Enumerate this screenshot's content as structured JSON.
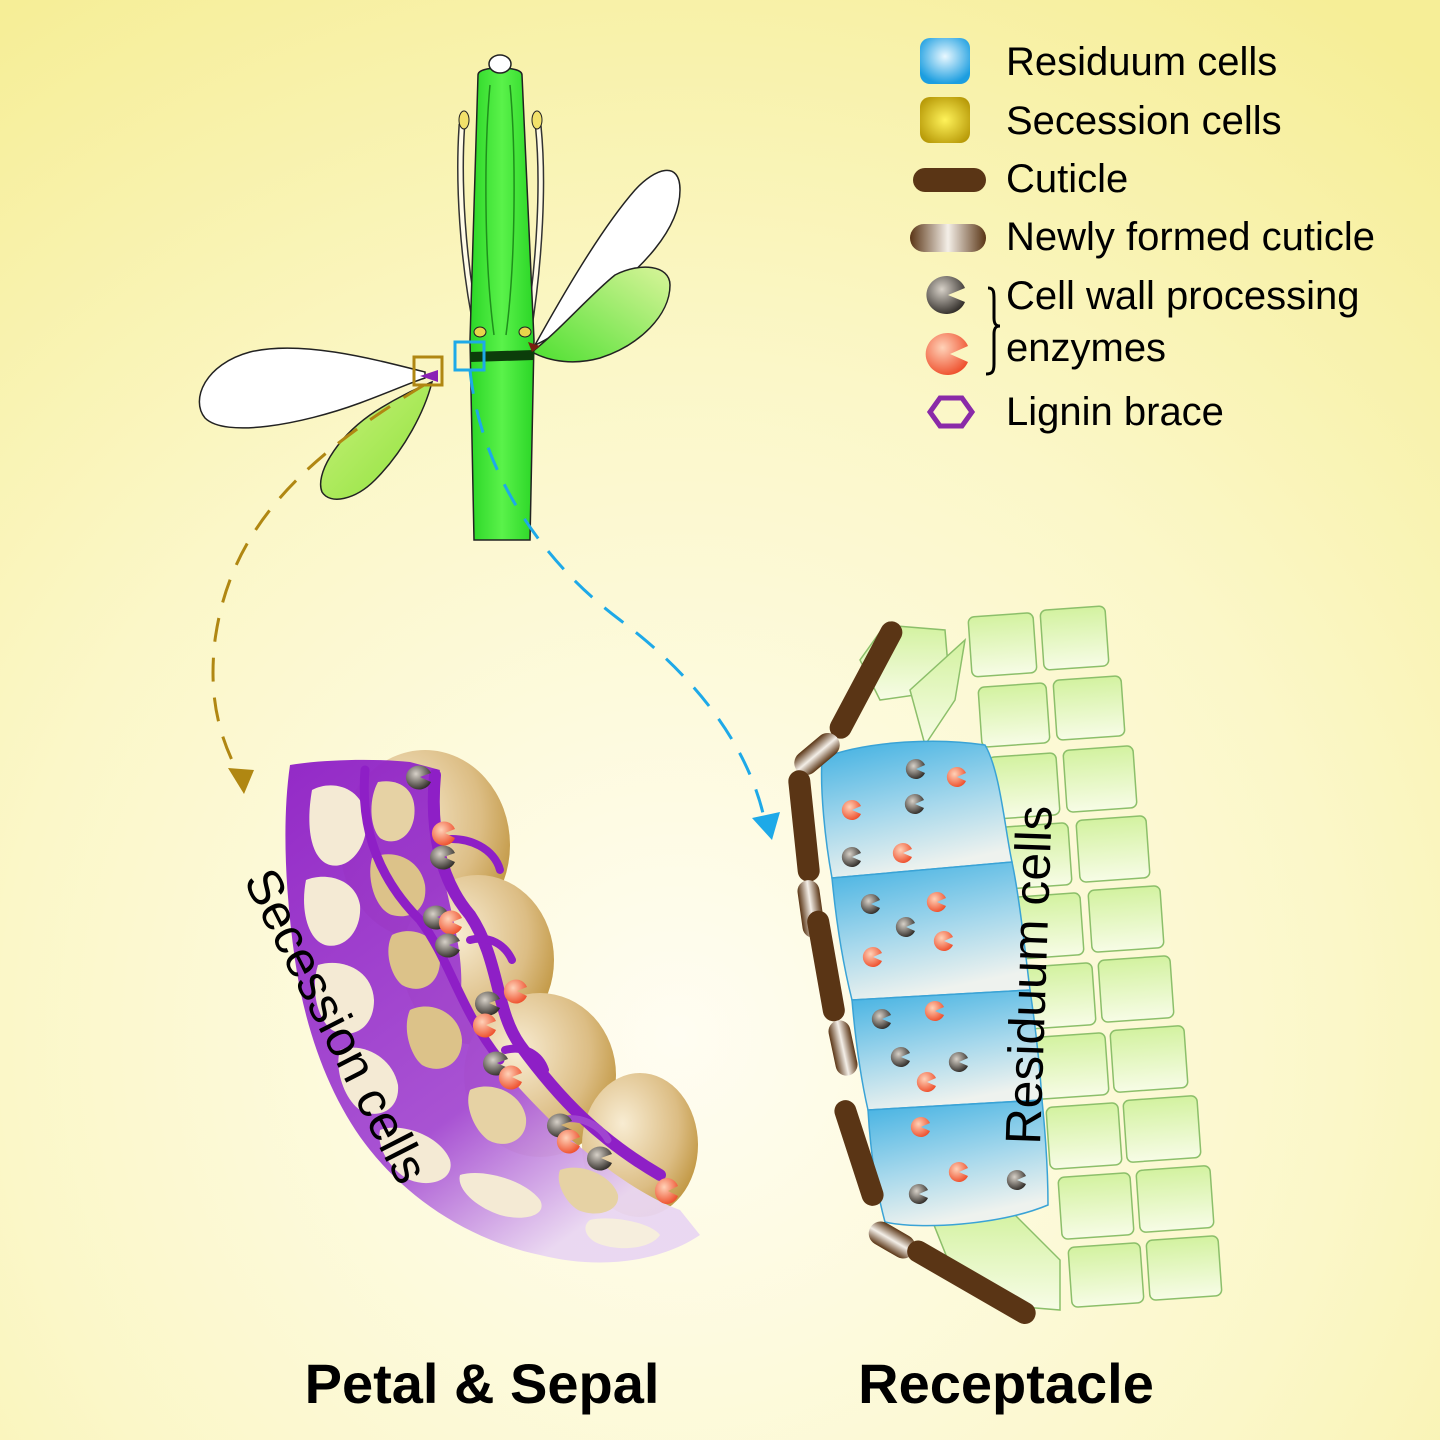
{
  "legend": {
    "items": [
      {
        "label": "Residuum cells",
        "icon": "blue-cell-icon"
      },
      {
        "label": "Secession cells",
        "icon": "yellow-cell-icon"
      },
      {
        "label": "Cuticle",
        "icon": "cuticle-bar-icon"
      },
      {
        "label": "Newly formed cuticle",
        "icon": "new-cuticle-bar-icon"
      },
      {
        "label": "Cell wall processing",
        "icon": "enzyme-dark-icon"
      },
      {
        "label": "enzymes",
        "icon": "enzyme-red-icon"
      },
      {
        "label": "Lignin brace",
        "icon": "hexagon-icon"
      }
    ]
  },
  "labels": {
    "secession_cells": "Secession cells",
    "residuum_cells": "Residuum cells"
  },
  "captions": {
    "left": "Petal & Sepal",
    "right": "Receptacle"
  },
  "colors": {
    "background_center": "#fffdf2",
    "background_edge": "#f6ee97",
    "stem_green": "#33e02f",
    "lignin_purple": "#9b2bc9",
    "secession_tan": "#c99a3a",
    "residuum_blue": "#4fb5e3",
    "receptacle_cell": "#d8f4a8",
    "cuticle_brown": "#5a3515",
    "enzyme_red": "#f0613d",
    "enzyme_dark": "#45403a",
    "arrow_gold": "#b08712",
    "arrow_blue": "#1ea9e8"
  }
}
